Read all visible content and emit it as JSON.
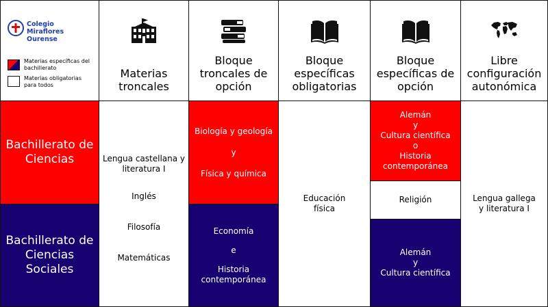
{
  "logo": {
    "name": "Colegio Miraflores\nOurense"
  },
  "legend": {
    "specific": "Materias específicas del\nbachillerato",
    "mandatory": "Materias obligatorias\npara todos"
  },
  "headers": {
    "troncales": "Materias\ntroncales",
    "troncales_opcion": "Bloque\ntroncales de\nopción",
    "especificas_obligatorias": "Bloque\nespecíficas\nobligatorias",
    "especificas_opcion": "Bloque\nespecíficas de\nopción",
    "libre": "Libre\nconfiguración\nautonómica"
  },
  "icons": {
    "troncales": "school-building-icon",
    "troncales_opcion": "books-stack-icon",
    "especificas_obligatorias": "open-book-icon",
    "especificas_opcion": "open-book-icon",
    "libre": "world-map-icon"
  },
  "streams": {
    "ciencias": "Bachillerato de\nCiencias",
    "sociales": "Bachillerato de\nCiencias\nSociales"
  },
  "troncales_subjects": [
    "Lengua castellana y\nliteratura I",
    "Inglés",
    "Filosofía",
    "Matemáticas"
  ],
  "ciencias_troncales_opcion": [
    "Biología y geología",
    "y",
    "Física y química"
  ],
  "sociales_troncales_opcion": [
    "Economía",
    "e",
    "Historia\ncontemporánea"
  ],
  "especificas_obligatorias": "Educación\nfísica",
  "ciencias_especificas_opcion": [
    "Alemán",
    "y",
    "Cultura científica",
    "o",
    "Historia\ncontemporánea"
  ],
  "religion": "Religión",
  "sociales_especificas_opcion": [
    "Alemán",
    "y",
    "Cultura científica"
  ],
  "libre_subject": "Lengua gallega\ny literatura I",
  "colors": {
    "red": "#ff0000",
    "navy": "#17006f",
    "logo_blue": "#1c3fa8"
  }
}
